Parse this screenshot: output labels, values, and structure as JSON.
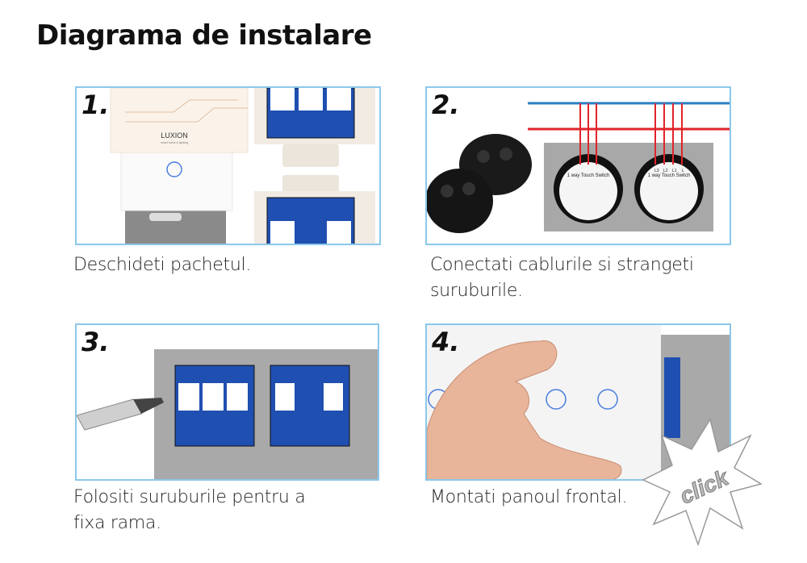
{
  "page": {
    "title": "Diagrama de instalare"
  },
  "steps": [
    {
      "number": "1.",
      "caption": "Deschideti pachetul.",
      "logo": "LUXION",
      "logo_tagline": "smart home & lighting"
    },
    {
      "number": "2.",
      "caption": "Conectati cablurile si strangeti suruburile.",
      "terminals": [
        "L3",
        "L2",
        "L1",
        "L"
      ],
      "module_label": "1 way Touch Switch"
    },
    {
      "number": "3.",
      "caption": "Folositi suruburile pentru a fixa rama."
    },
    {
      "number": "4.",
      "caption": "Montati panoul frontal.",
      "badge": "click"
    }
  ],
  "colors": {
    "border": "#8cc8ea",
    "blue_plate": "#1f4fb0",
    "frame_gray": "#9a9a9a",
    "wire_red": "#e0242a",
    "wire_blue": "#2a7fc4"
  }
}
